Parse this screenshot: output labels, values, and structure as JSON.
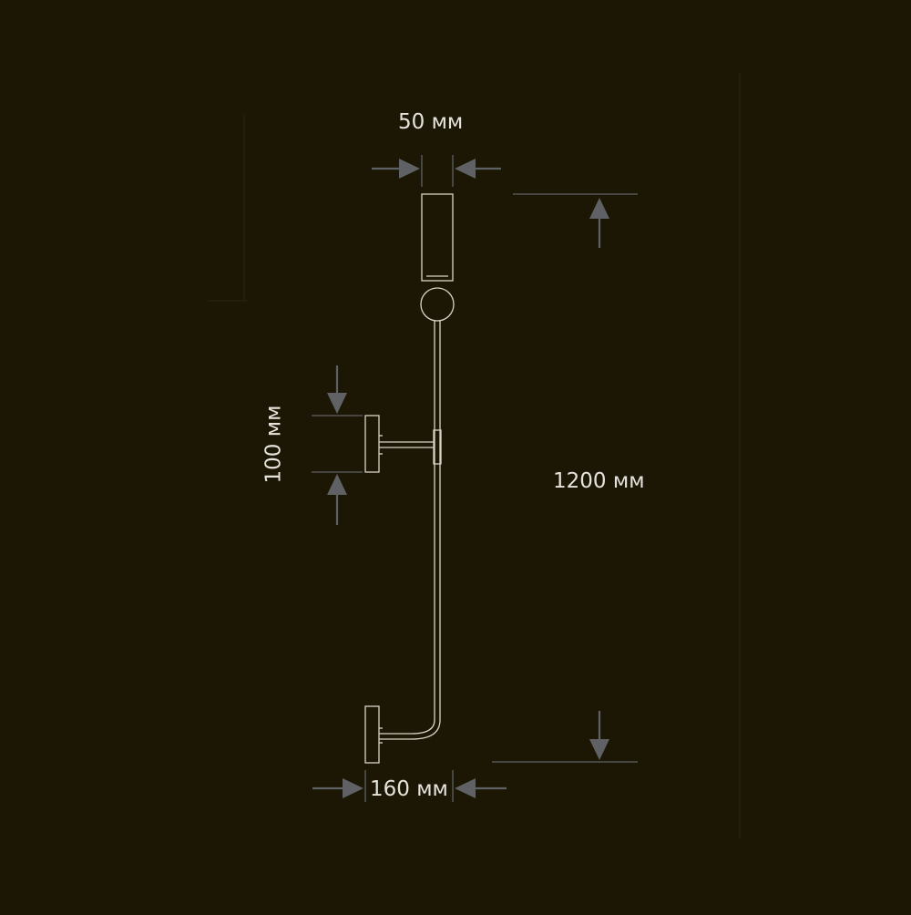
{
  "colors": {
    "background": "#1c1705",
    "fixture_line": "#d8d4c8",
    "arrow": "#5f6164",
    "text": "#e6e3dc"
  },
  "dimensions": {
    "shade_width": "50 мм",
    "bracket_height": "100 мм",
    "total_height": "1200 мм",
    "depth": "160 мм"
  }
}
